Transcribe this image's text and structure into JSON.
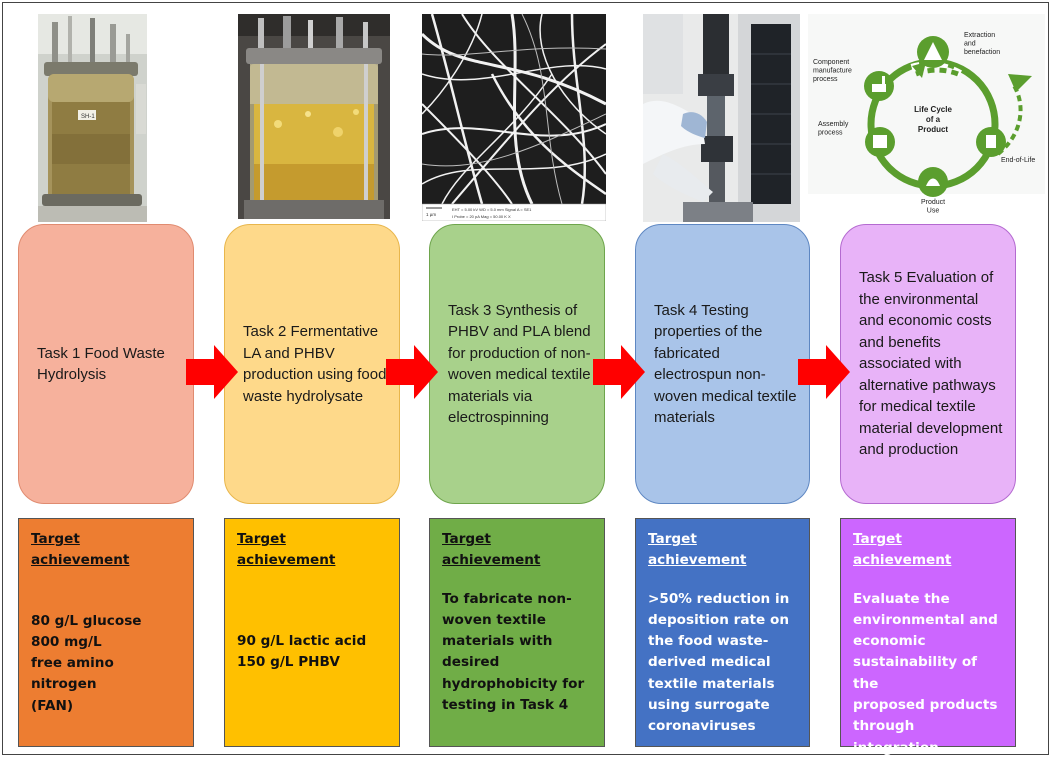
{
  "tasks": [
    {
      "label": "Task 1 Food Waste Hydrolysis",
      "fill": "#f6b19c",
      "border": "#e08b70"
    },
    {
      "label": "Task 2 Fermentative LA and PHBV production using food waste hydrolysate",
      "fill": "#fed98a",
      "border": "#e8b64c"
    },
    {
      "label": "Task 3 Synthesis of PHBV and PLA blend for production of non-woven medical textile materials via electrospinning",
      "fill": "#a8d18b",
      "border": "#6ea54c"
    },
    {
      "label": "Task 4 Testing properties of the fabricated electrospun non-woven medical textile materials",
      "fill": "#a9c4e9",
      "border": "#5e87c2"
    },
    {
      "label": "Task 5 Evaluation of the environmental and economic costs and benefits associated with alternative pathways for medical textile material development and production",
      "fill": "#e8b3f8",
      "border": "#b46ad0"
    }
  ],
  "targets": [
    {
      "heading": "Target achievement",
      "body": "80 g/L glucose\n800 mg/L\nfree amino nitrogen\n(FAN)",
      "fill": "#ed7d31",
      "text_color": "#111111"
    },
    {
      "heading": "Target achievement",
      "body": "90 g/L lactic acid\n150 g/L PHBV",
      "fill": "#ffc000",
      "text_color": "#111111"
    },
    {
      "heading": "Target achievement",
      "body": "To fabricate non-woven textile materials with desired hydrophobicity for testing in Task 4",
      "fill": "#70ad47",
      "text_color": "#111111"
    },
    {
      "heading": "Target achievement",
      "body": ">50% reduction in deposition rate on the food waste-derived medical textile materials using surrogate coronaviruses",
      "fill": "#4472c4",
      "text_color": "#ffffff"
    },
    {
      "heading": "Target achievement",
      "body": "Evaluate the environmental and economic sustainability of the proposed products through integration of TEA-LCA results",
      "fill": "#cc66ff",
      "text_color": "#ffffff"
    }
  ],
  "images": {
    "sem_scale": "1 µm",
    "sem_info_1": "EHT = 5.00 kV    WD = 5.0 mm    Signal A = SE1",
    "sem_info_2": "I Probe = 20 pA    Mag = 50.00 K X",
    "flask_label": "SH-1"
  },
  "lifecycle": {
    "center": "Life Cycle\nof a\nProduct",
    "extraction": "Extraction\nand\nbenefaction",
    "component": "Component\nmanufacture\nprocess",
    "assembly": "Assembly\nprocess",
    "end_of_life": "End-of-Life",
    "product_use": "Product\nUse"
  },
  "colors": {
    "arrow": "#ff0000",
    "lifecycle_green": "#5b9e2e"
  }
}
